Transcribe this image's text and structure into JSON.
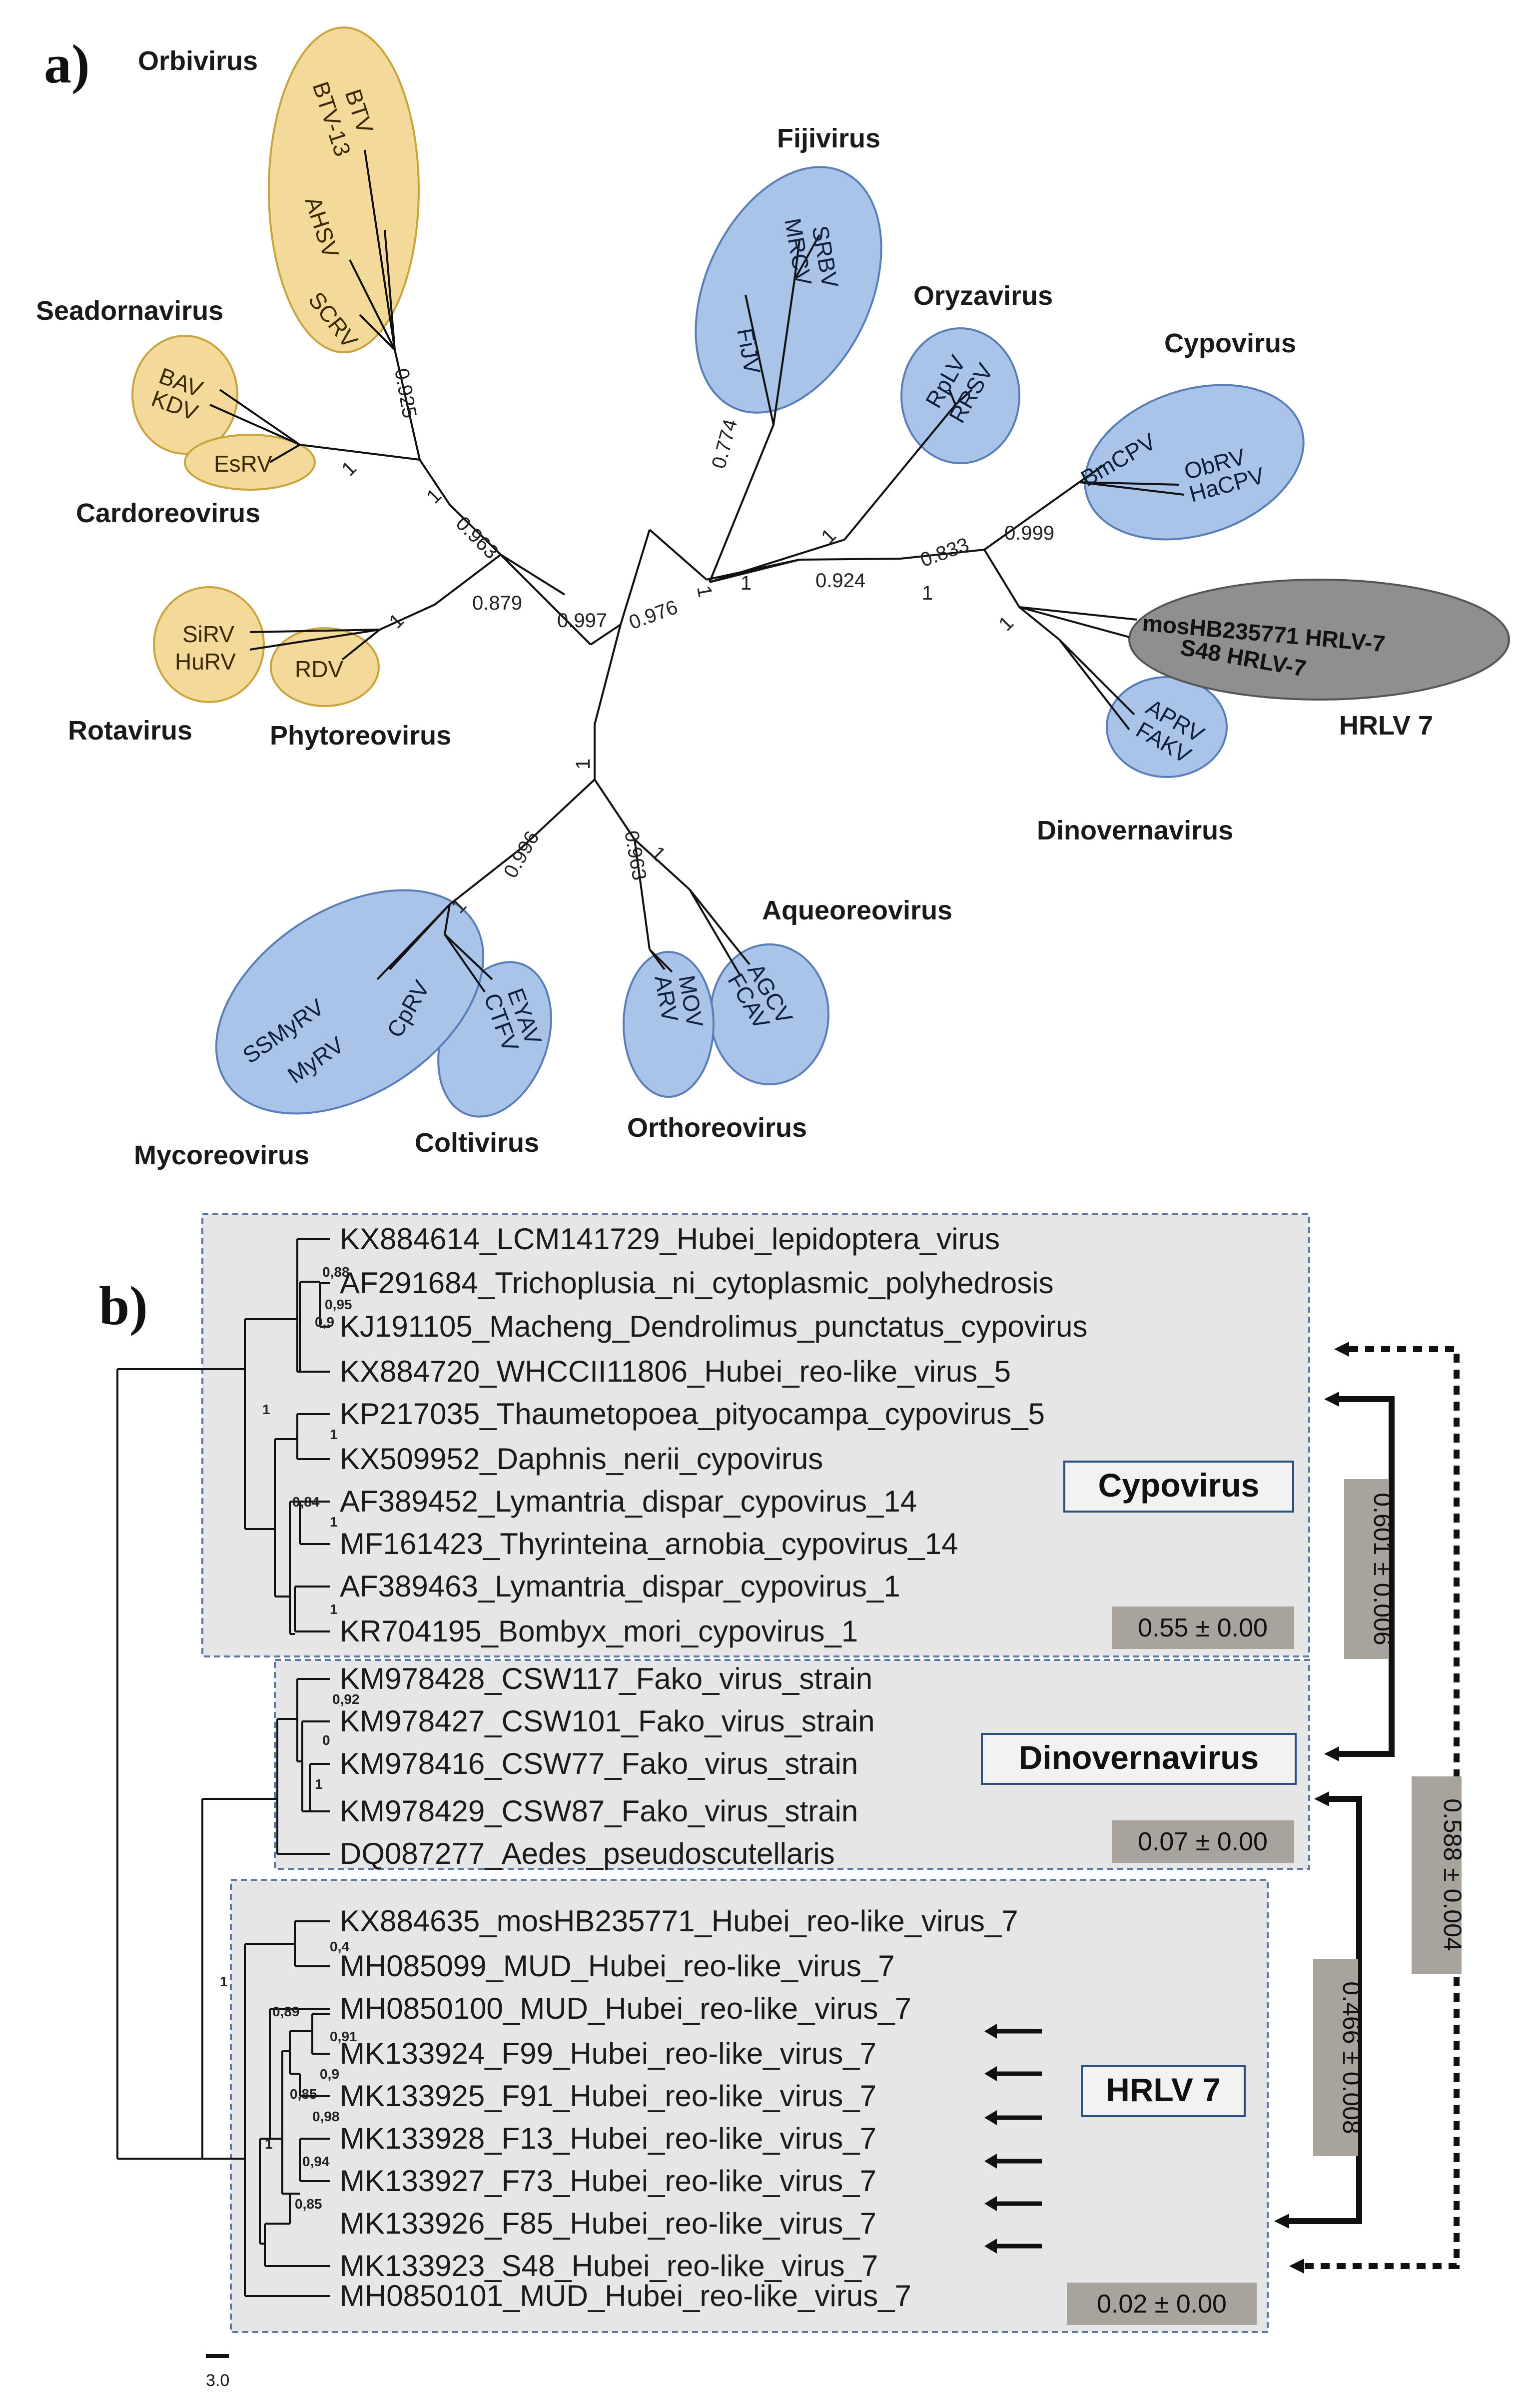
{
  "panel_a": {
    "label": "a)",
    "genera": {
      "orbivirus": "Orbivirus",
      "seadornavirus": "Seadornavirus",
      "cardoreovirus": "Cardoreovirus",
      "rotavirus": "Rotavirus",
      "phytoreovirus": "Phytoreovirus",
      "fijivirus": "Fijivirus",
      "oryzavirus": "Oryzavirus",
      "cypovirus": "Cypovirus",
      "hrlv7": "HRLV 7",
      "dinovernavirus": "Dinovernavirus",
      "aqueoreovirus": "Aqueoreovirus",
      "orthoreovirus": "Orthoreovirus",
      "coltivirus": "Coltivirus",
      "mycoreovirus": "Mycoreovirus"
    },
    "leaves": {
      "btv": "BTV",
      "btv13": "BTV-13",
      "ahsv": "AHSV",
      "scrv": "SCRV",
      "bav": "BAV",
      "kdv": "KDV",
      "esrv": "EsRV",
      "sirv": "SiRV",
      "hurv": "HuRV",
      "rdv": "RDV",
      "fijv": "FiJV",
      "mrcv": "MRCV",
      "srbv": "SRBV",
      "rplv": "RpLV",
      "rrsv": "RRSV",
      "bmcpv": "BmCPV",
      "obrv": "ObRV",
      "hacpv": "HaCPV",
      "mos": "mosHB235771 HRLV-7",
      "s48": "S48 HRLV-7",
      "aprv": "APRV",
      "fakv": "FAKV",
      "agcv": "AGCV",
      "fcav": "FCAV",
      "mov": "MOV",
      "arv": "ARV",
      "eyav": "EYAV",
      "ctfv": "CTFV",
      "cprv": "CpRV",
      "ssmyrv": "SSMyRV",
      "myrv": "MyRV"
    },
    "support": {
      "s0925": "0.925",
      "s0963": "0.963",
      "s0879": "0.879",
      "s0997": "0.997",
      "s0976": "0.976",
      "s0774": "0.774",
      "s0924": "0.924",
      "s0833": "0.833",
      "s0999": "0.999",
      "s0996": "0.996",
      "s0963b": "0.963",
      "one": "1"
    }
  },
  "panel_b": {
    "label": "b)",
    "groups": [
      {
        "title": "Cypovirus",
        "distance": "0.55 ± 0.00"
      },
      {
        "title": "Dinovernavirus",
        "distance": "0.07 ± 0.00"
      },
      {
        "title": "HRLV 7",
        "distance": "0.02 ± 0.00"
      }
    ],
    "tips": [
      "KX884614_LCM141729_Hubei_lepidoptera_virus",
      "AF291684_Trichoplusia_ni_cytoplasmic_polyhedrosis",
      "KJ191105_Macheng_Dendrolimus_punctatus_cypovirus",
      "KX884720_WHCCII11806_Hubei_reo-like_virus_5",
      "KP217035_Thaumetopoea_pityocampa_cypovirus_5",
      "KX509952_Daphnis_nerii_cypovirus",
      "AF389452_Lymantria_dispar_cypovirus_14",
      "MF161423_Thyrinteina_arnobia_cypovirus_14",
      "AF389463_Lymantria_dispar_cypovirus_1",
      "KR704195_Bombyx_mori_cypovirus_1",
      "KM978428_CSW117_Fako_virus_strain",
      "KM978427_CSW101_Fako_virus_strain",
      "KM978416_CSW77_Fako_virus_strain",
      "KM978429_CSW87_Fako_virus_strain",
      "DQ087277_Aedes_pseudoscutellaris",
      "KX884635_mosHB235771_Hubei_reo-like_virus_7",
      "MH085099_MUD_Hubei_reo-like_virus_7",
      "MH0850100_MUD_Hubei_reo-like_virus_7",
      "MK133924_F99_Hubei_reo-like_virus_7",
      "MK133925_F91_Hubei_reo-like_virus_7",
      "MK133928_F13_Hubei_reo-like_virus_7",
      "MK133927_F73_Hubei_reo-like_virus_7",
      "MK133926_F85_Hubei_reo-like_virus_7",
      "MK133923_S48_Hubei_reo-like_virus_7",
      "MH0850101_MUD_Hubei_reo-like_virus_7"
    ],
    "support": {
      "b088": "0,88",
      "b095": "0,95",
      "b09": "0,9",
      "b1": "1",
      "b084": "0,84",
      "b092": "0,92",
      "b0": "0",
      "b04": "0,4",
      "b089": "0,89",
      "b091": "0,91",
      "b09b": "0,9",
      "b085": "0,85",
      "b098": "0,98",
      "b094": "0,94",
      "b085b": "0,85"
    },
    "between": {
      "cypo_dino": "0.601 ± 0.006",
      "dino_hrlv": "0.466 ± 0.008",
      "cypo_hrlv": "0.588 ± 0.004"
    },
    "scale_label": "3.0"
  },
  "colors": {
    "ellipse_orange": "#f3d99a",
    "ellipse_orange_stroke": "#c9a43f",
    "ellipse_blue": "#a9c4e8",
    "ellipse_blue_stroke": "#5a7fb8",
    "ellipse_gray": "#8f8f8f",
    "box_fill": "#e6e6e6",
    "box_stroke": "#5a79a8",
    "dist_fill": "#a8a39d"
  }
}
